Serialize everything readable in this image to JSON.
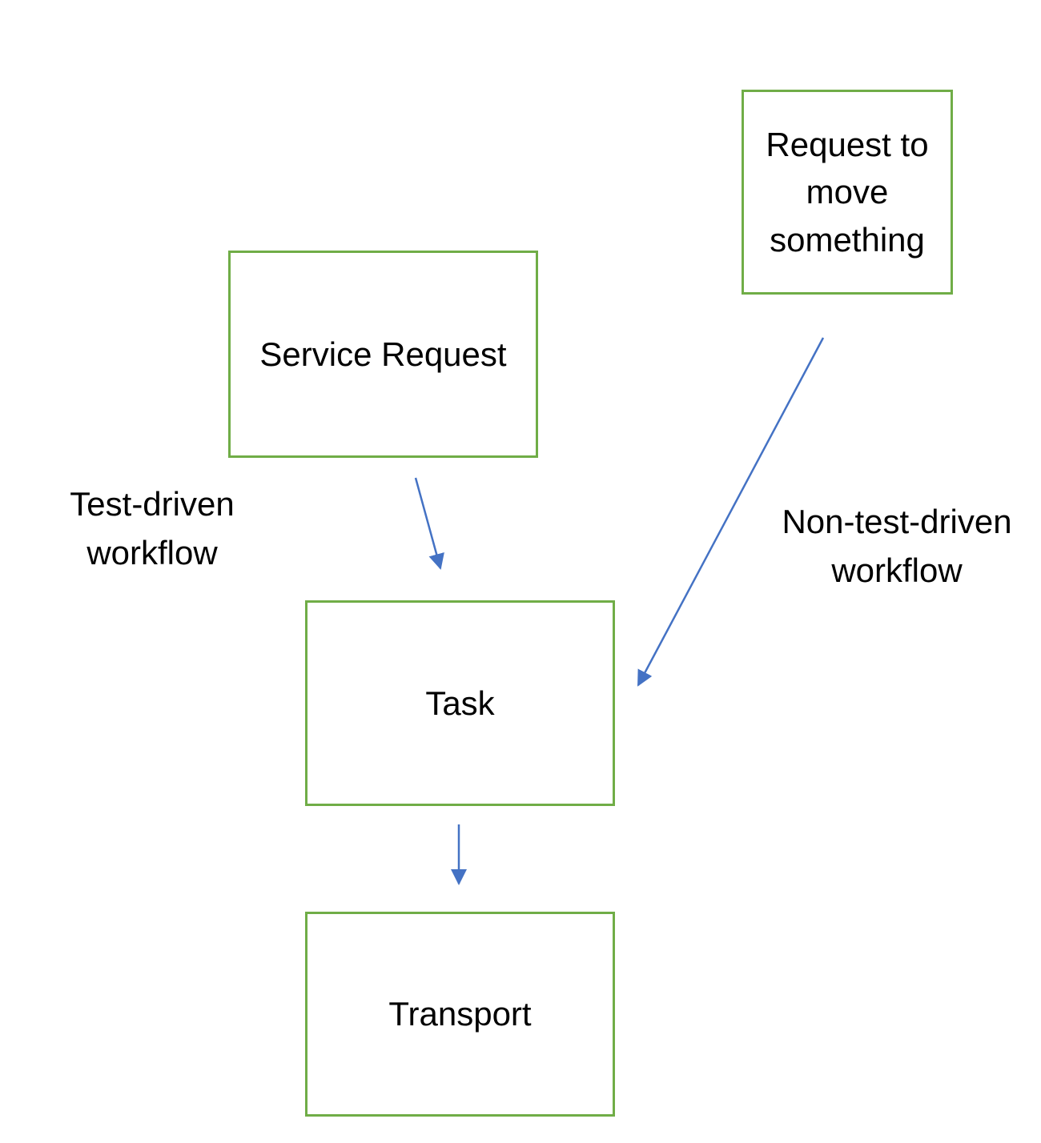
{
  "diagram": {
    "colors": {
      "box_border": "#70AD47",
      "arrow": "#4472C4",
      "text": "#000000",
      "background": "#FFFFFF"
    },
    "nodes": [
      {
        "id": "request-to-move",
        "label": "Request to\nmove\nsomething"
      },
      {
        "id": "service-request",
        "label": "Service Request"
      },
      {
        "id": "task",
        "label": "Task"
      },
      {
        "id": "transport",
        "label": "Transport"
      }
    ],
    "annotations": [
      {
        "id": "test-driven",
        "label": "Test-driven\nworkflow"
      },
      {
        "id": "non-test-driven",
        "label": "Non-test-driven\nworkflow"
      }
    ],
    "edges": [
      {
        "from": "service-request",
        "to": "task",
        "style": "arrow"
      },
      {
        "from": "request-to-move",
        "to": "task",
        "style": "arrow"
      },
      {
        "from": "task",
        "to": "transport",
        "style": "arrow"
      }
    ]
  }
}
